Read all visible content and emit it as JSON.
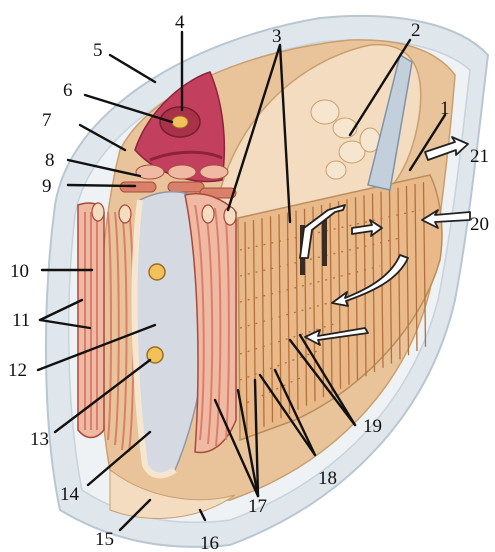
{
  "figure": {
    "labels": [
      "1",
      "2",
      "3",
      "4",
      "5",
      "6",
      "7",
      "8",
      "9",
      "10",
      "11",
      "12",
      "13",
      "14",
      "15",
      "16",
      "17",
      "18",
      "19",
      "20",
      "21"
    ]
  },
  "colors": {
    "shell_outer": "#dfe6ec",
    "shell_edge": "#b9c7d3",
    "tissue_tan": "#e9c49a",
    "tissue_light": "#f3dcc0",
    "lamella_red": "#d9806a",
    "lamella_pale": "#f0b9a3",
    "muscle_dark": "#a8324a",
    "heart_pink": "#c2405e",
    "foot_cream": "#f6e6cf",
    "visceral_grey": "#d4d9e2",
    "vessel_orange": "#d6873a",
    "label_ink": "#111111"
  }
}
